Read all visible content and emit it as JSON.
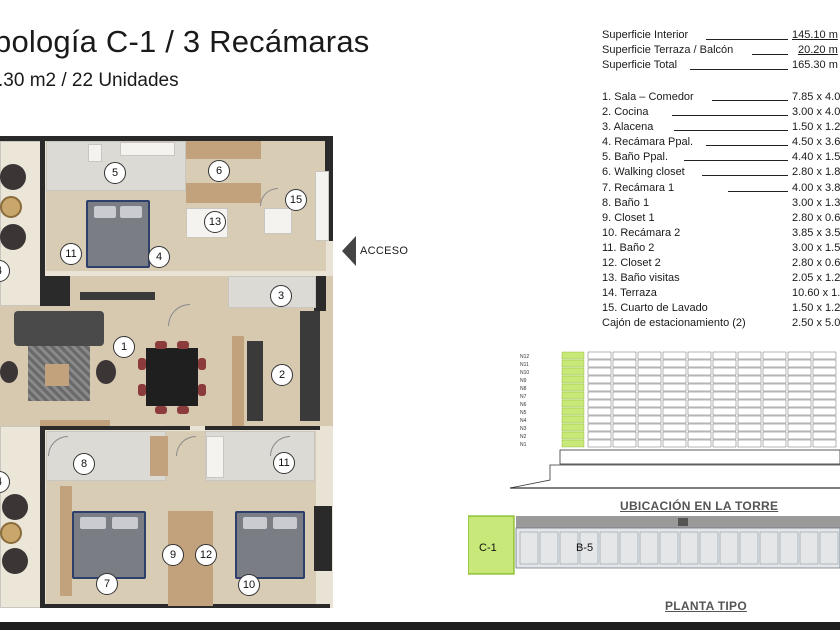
{
  "header": {
    "title": "pología C-1 / 3 Recámaras",
    "subtitle": ".30 m2 / 22 Unidades"
  },
  "access_label": "ACCESO",
  "room_badges": [
    "5",
    "6",
    "13",
    "15",
    "11",
    "4",
    "3",
    "1",
    "2",
    "8",
    "11",
    "9",
    "12",
    "7",
    "10",
    "4",
    "4"
  ],
  "surfaces": [
    {
      "label": "Superficie Interior",
      "value": "145.10 m"
    },
    {
      "label": "Superficie Terraza / Balcón",
      "value": "20.20 m"
    },
    {
      "label": "Superficie Total",
      "value": "165.30 m"
    }
  ],
  "rooms": [
    {
      "label": "1.  Sala – Comedor",
      "value": "7.85 x 4.0"
    },
    {
      "label": "2.  Cocina",
      "value": "3.00 x 4.0"
    },
    {
      "label": "3.  Alacena",
      "value": "1.50 x 1.2"
    },
    {
      "label": "4.  Recámara Ppal.",
      "value": "4.50 x 3.6"
    },
    {
      "label": "5.  Baño Ppal.",
      "value": "4.40 x 1.5"
    },
    {
      "label": "6.  Walking closet",
      "value": "2.80 x 1.8"
    },
    {
      "label": "7.  Recámara 1",
      "value": "4.00 x 3.8"
    },
    {
      "label": "8.  Baño 1",
      "value": "3.00 x 1.3"
    },
    {
      "label": "9.  Closet 1",
      "value": "2.80 x 0.6"
    },
    {
      "label": "10. Recámara 2",
      "value": "3.85 x 3.5"
    },
    {
      "label": "11. Baño 2",
      "value": "3.00 x 1.5"
    },
    {
      "label": "12. Closet 2",
      "value": "2.80 x 0.6"
    },
    {
      "label": "13. Baño visitas",
      "value": "2.05 x 1.2"
    },
    {
      "label": "14. Terraza",
      "value": "10.60 x 1."
    },
    {
      "label": "15. Cuarto de Lavado",
      "value": "1.50 x 1.2"
    },
    {
      "label": "Cajón de estacionamiento (2)",
      "value": "2.50 x 5.0"
    }
  ],
  "tower": {
    "caption": "UBICACIÓN EN LA TORRE",
    "levels": [
      "N12",
      "N11",
      "N10",
      "N9",
      "N8",
      "N7",
      "N6",
      "N5",
      "N4",
      "N3",
      "N2",
      "N1"
    ]
  },
  "typical_floor": {
    "caption": "PLANTA TIPO",
    "unit_label": "C-1",
    "neighbor_label": "B-5"
  },
  "colors": {
    "highlight": "#c8e87a",
    "highlight_stroke": "#7fb51f",
    "wall": "#2a2a2a",
    "floor": "#e9e3d6"
  }
}
